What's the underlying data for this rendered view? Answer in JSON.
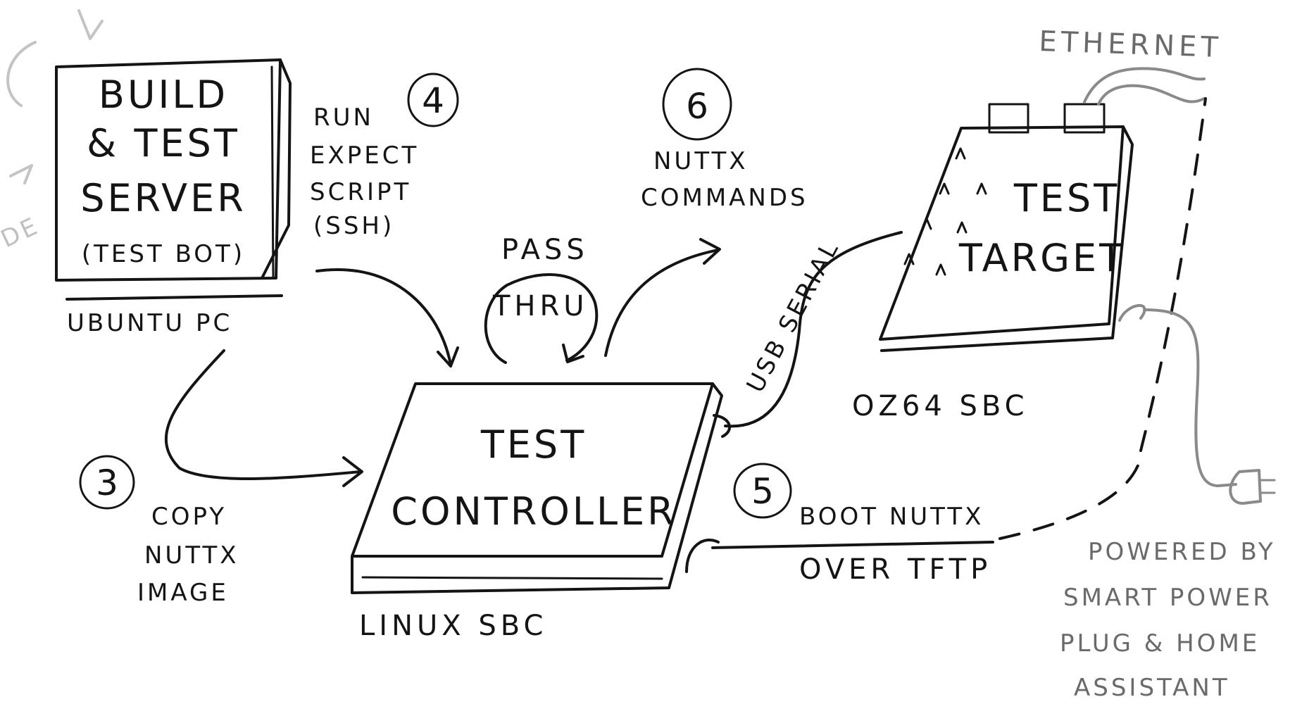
{
  "server": {
    "title_line1": "BUILD",
    "title_line2": "& TEST",
    "title_line3": "SERVER",
    "subtitle": "(TEST BOT)",
    "caption": "UBUNTU PC"
  },
  "controller": {
    "title_line1": "TEST",
    "title_line2": "CONTROLLER",
    "caption": "LINUX SBC"
  },
  "target": {
    "title_line1": "TEST",
    "title_line2": "TARGET",
    "caption": "OZ64 SBC"
  },
  "steps": [
    {
      "number": "3",
      "lines": [
        "COPY",
        "NUTTX",
        "IMAGE"
      ]
    },
    {
      "number": "4",
      "lines": [
        "RUN",
        "EXPECT",
        "SCRIPT",
        "(SSH)"
      ]
    },
    {
      "number": "5",
      "lines": [
        "BOOT NUTTX",
        "OVER TFTP"
      ]
    },
    {
      "number": "6",
      "lines": [
        "NUTTX",
        "COMMANDS"
      ]
    }
  ],
  "pass_thru": {
    "line1": "PASS",
    "line2": "THRU"
  },
  "usb_serial": "USB SERIAL",
  "ethernet": "ETHERNET",
  "power": {
    "line1": "POWERED BY",
    "line2": "SMART POWER",
    "line3": "PLUG & HOME",
    "line4": "ASSISTANT"
  },
  "edge_fragment": "DE"
}
